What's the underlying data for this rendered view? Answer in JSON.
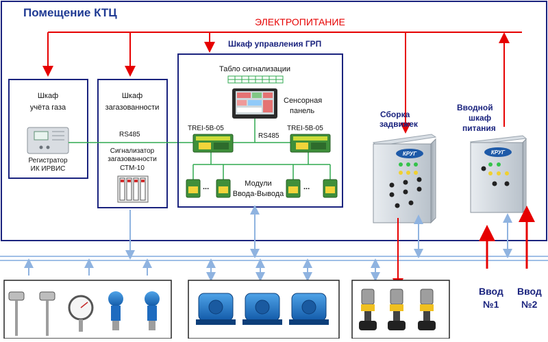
{
  "room": {
    "title": "Помещение КТЦ"
  },
  "power": {
    "label": "ЭЛЕКТРОПИТАНИЕ"
  },
  "gas_cabinet": {
    "title_line1": "Шкаф",
    "title_line2": "учёта газа",
    "device_line1": "Регистратор",
    "device_line2": "ИК ИРВИС"
  },
  "gas_level_cabinet": {
    "title_line1": "Шкаф",
    "title_line2": "загазованности",
    "bus": "RS485",
    "device_line1": "Сигнализатор",
    "device_line2": "загазованности",
    "device_line3": "СТМ-10"
  },
  "grp_cabinet": {
    "title": "Шкаф управления ГРП",
    "alarm_panel": "Табло сигнализации",
    "touch_line1": "Сенсорная",
    "touch_line2": "панель",
    "controller_left": "TREI-5B-05",
    "controller_right": "TREI-5B-05",
    "bus": "RS485",
    "modules_line1": "Модули",
    "modules_line2": "Ввода-Вывода",
    "ellipsis": "..."
  },
  "valve_assembly": {
    "title_line1": "Сборка",
    "title_line2": "задвижек",
    "logo": "КРУГ"
  },
  "power_cabinet": {
    "title_line1": "Вводной",
    "title_line2": "шкаф",
    "title_line3": "питания",
    "logo": "КРУГ"
  },
  "inputs": [
    {
      "line1": "Ввод",
      "line2": "№1"
    },
    {
      "line1": "Ввод",
      "line2": "№2"
    }
  ],
  "colors": {
    "power_line": "#e60000",
    "room_border": "#1a237e",
    "signal_line": "#2fa84f",
    "field_bus": "#9fbfe6"
  }
}
